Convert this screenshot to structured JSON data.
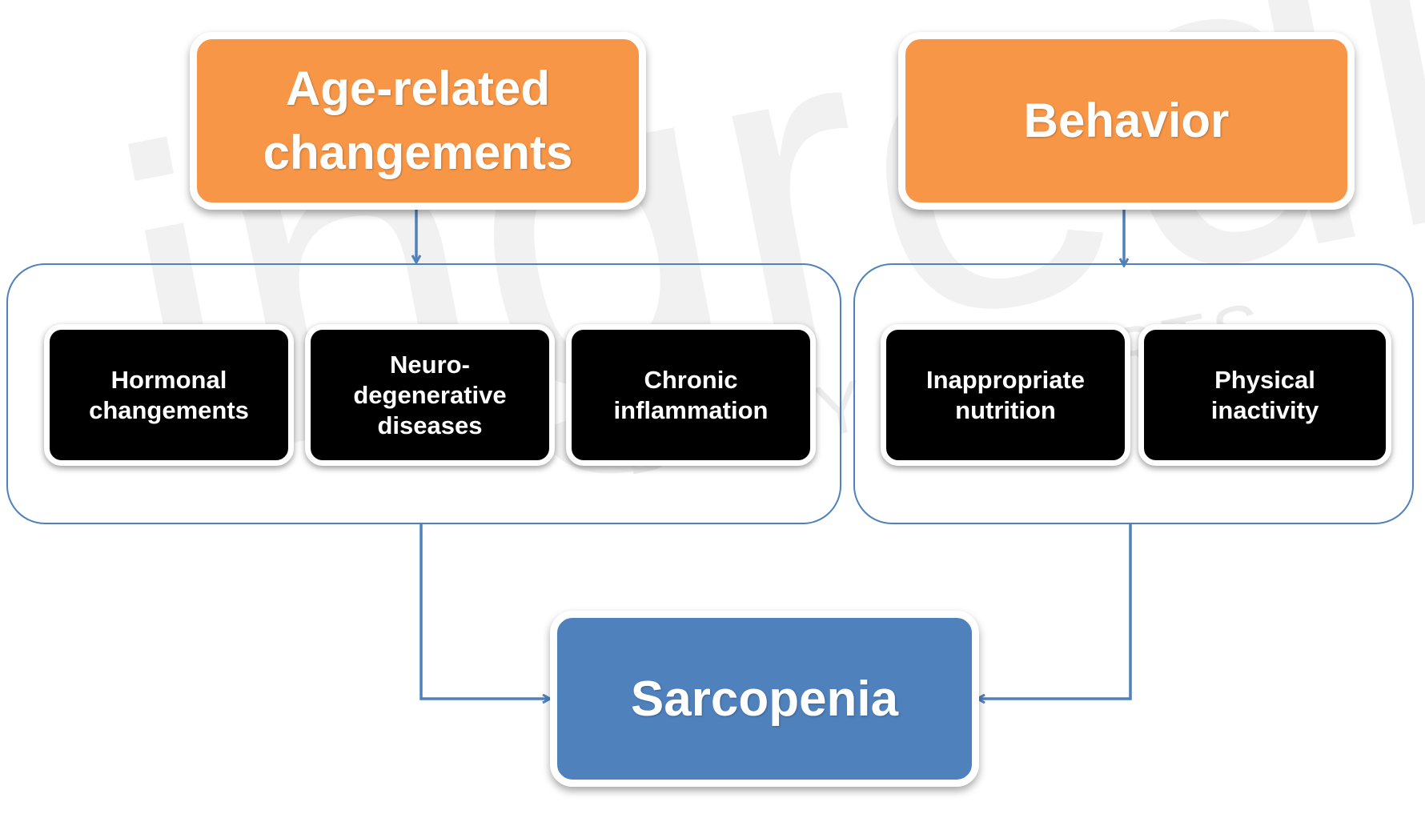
{
  "watermark": {
    "brand": "ingredia",
    "tagline": "DAIRY EXPERTS"
  },
  "causes": [
    {
      "title": "Age-related changements",
      "factors": [
        "Hormonal changements",
        "Neuro-degenerative diseases",
        "Chronic inflammation"
      ]
    },
    {
      "title": "Behavior",
      "factors": [
        "Inappropriate nutrition",
        "Physical inactivity"
      ]
    }
  ],
  "outcome": {
    "title": "Sarcopenia"
  },
  "colors": {
    "cause_fill": "#f79646",
    "factor_fill": "#000000",
    "outcome_fill": "#4f81bd",
    "connector": "#4f81bd"
  }
}
